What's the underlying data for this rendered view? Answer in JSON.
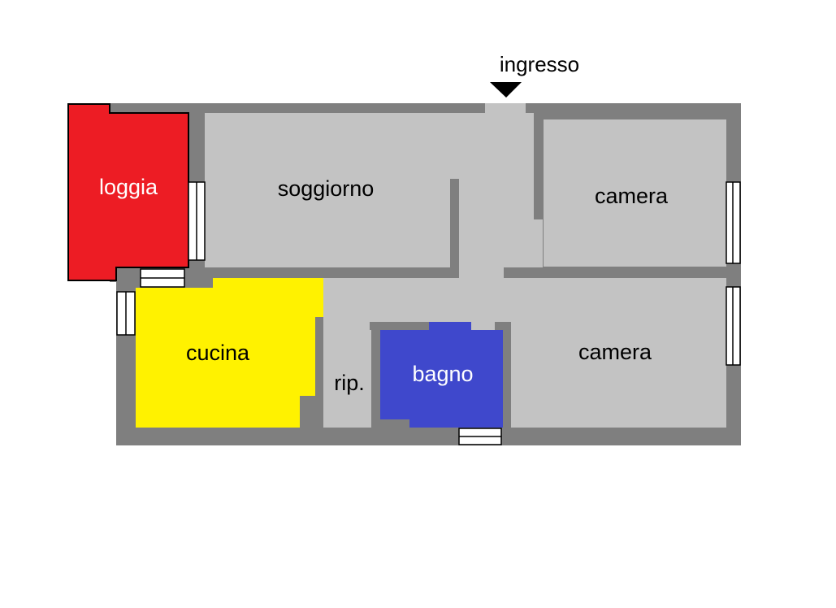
{
  "entrance": {
    "label": "ingresso"
  },
  "rooms": {
    "loggia": {
      "label": "loggia",
      "color": "#ed1c24"
    },
    "soggiorno": {
      "label": "soggiorno",
      "color": "#c3c3c3"
    },
    "camera1": {
      "label": "camera",
      "color": "#c3c3c3"
    },
    "camera2": {
      "label": "camera",
      "color": "#c3c3c3"
    },
    "cucina": {
      "label": "cucina",
      "color": "#fff200"
    },
    "rip": {
      "label": "rip.",
      "color": "#c3c3c3"
    },
    "bagno": {
      "label": "bagno",
      "color": "#3f48cc"
    }
  },
  "colors": {
    "wall": "#7f7f7f",
    "floor": "#c3c3c3",
    "window": "#ffffff",
    "outline": "#000000"
  }
}
